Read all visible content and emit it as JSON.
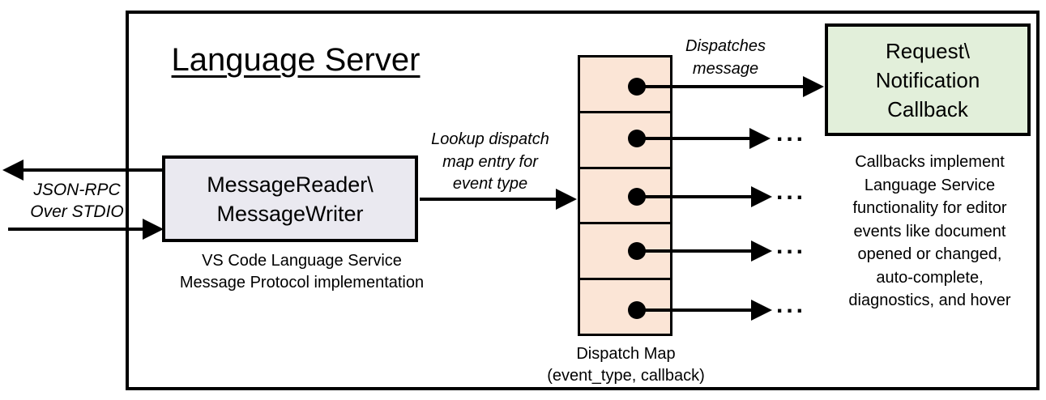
{
  "title": "Language Server",
  "colors": {
    "reader_fill": "#eae9f0",
    "dispatch_fill": "#fbe5d6",
    "callback_fill": "#e2efda",
    "line": "#000000"
  },
  "stdio_label": "JSON-RPC\nOver STDIO",
  "reader_box": {
    "label": "MessageReader\\\nMessageWriter",
    "caption": "VS Code Language Service\nMessage Protocol implementation"
  },
  "lookup_label": "Lookup dispatch\nmap entry for\nevent type",
  "dispatches_label": "Dispatches\nmessage",
  "dispatch_map": {
    "cell_count": 5,
    "label": "Dispatch Map\n(event_type, callback)"
  },
  "callback_box": {
    "label": "Request\\\nNotification\nCallback"
  },
  "callbacks_note": "Callbacks implement\nLanguage Service\nfunctionality for editor\nevents like document\nopened or changed,\nauto-complete,\ndiagnostics, and hover",
  "ellipsis": "..."
}
